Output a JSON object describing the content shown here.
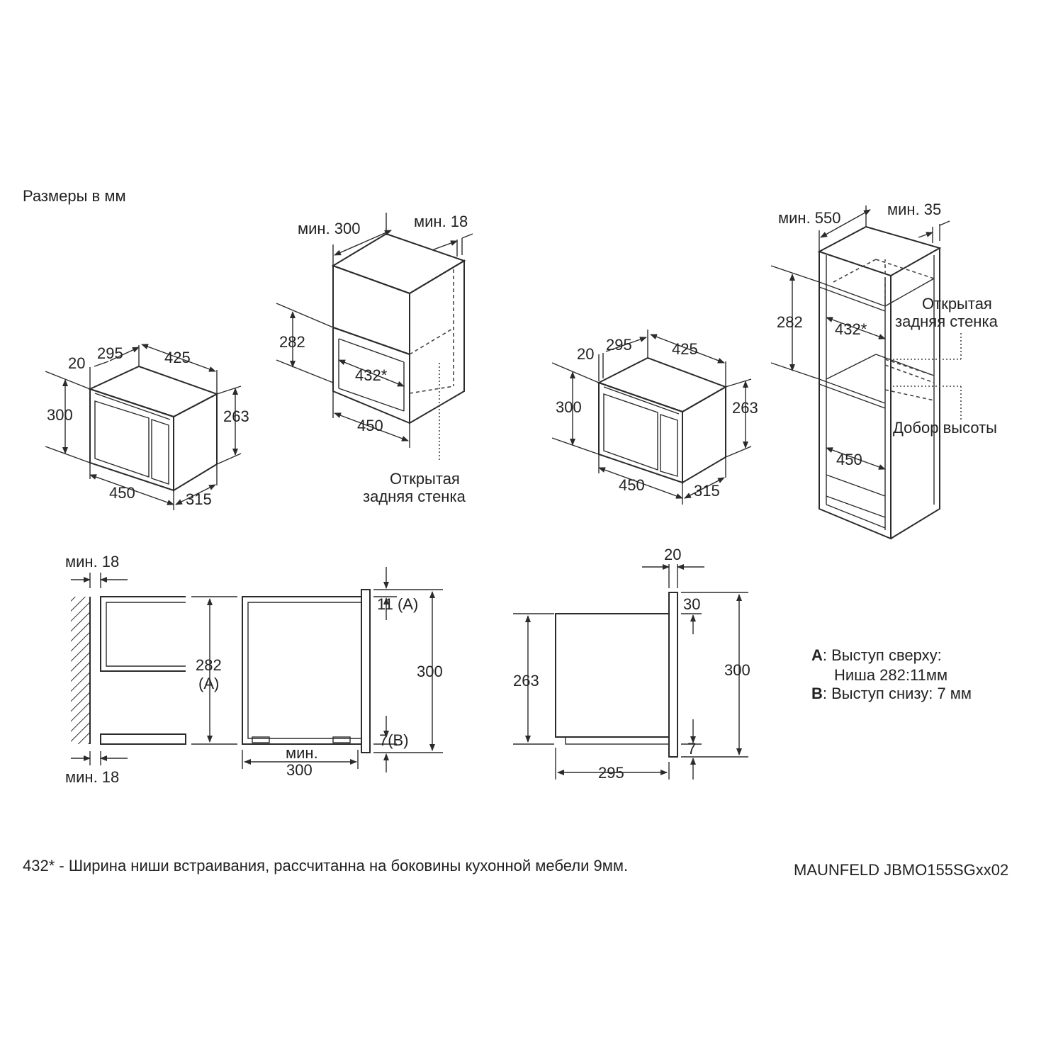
{
  "units_note": "Размеры в мм",
  "dims": {
    "min300": "мин. 300",
    "min18": "мин. 18",
    "min550": "мин. 550",
    "min35": "мин. 35",
    "d20": "20",
    "d295": "295",
    "d425": "425",
    "d300": "300",
    "d263": "263",
    "d450": "450",
    "d315": "315",
    "d282": "282",
    "d432": "432*",
    "d30": "30",
    "d7": "7",
    "d11a": "11 (A)",
    "d7b": "7(B)",
    "a_mark": "(A)",
    "min_word": "мин.",
    "d300b": "300"
  },
  "labels": {
    "open_back_l1": "Открытая",
    "open_back_l2": "задняя стенка",
    "height_filler": "Добор высоты"
  },
  "legend": {
    "a_key": "A",
    "a_text": ": Выступ сверху:",
    "a_text2": "Ниша 282:11мм",
    "b_key": "B",
    "b_text": ": Выступ снизу: 7 мм"
  },
  "footnote": "432* - Ширина ниши встраивания, рассчитанна на боковины кухонной мебели 9мм.",
  "model": "MAUNFELD JBMO155SGxx02"
}
